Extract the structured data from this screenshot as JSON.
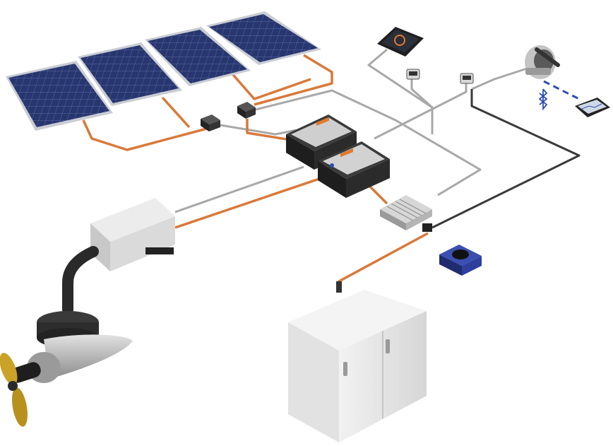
{
  "diagram": {
    "description_visible_text": "",
    "components": [
      {
        "id": "solar-panels",
        "icon": "solar-panel-array-icon",
        "count": 4
      },
      {
        "id": "solar-junction-boxes",
        "icon": "junction-box-icon",
        "count": 2
      },
      {
        "id": "control-display",
        "icon": "display-panel-icon"
      },
      {
        "id": "network-connectors",
        "icon": "connector-icon",
        "count": 2
      },
      {
        "id": "throttle",
        "icon": "throttle-icon"
      },
      {
        "id": "bluetooth-link",
        "icon": "bluetooth-icon"
      },
      {
        "id": "tablet",
        "icon": "tablet-icon"
      },
      {
        "id": "motor-controllers",
        "icon": "controller-icon",
        "count": 2
      },
      {
        "id": "charger",
        "icon": "charger-heatsink-icon"
      },
      {
        "id": "shore-power-inlet",
        "icon": "shore-power-icon"
      },
      {
        "id": "battery-pack",
        "icon": "battery-cabinet-icon"
      },
      {
        "id": "motor-junction-box",
        "icon": "motor-box-icon"
      },
      {
        "id": "outboard-pod-motor",
        "icon": "pod-motor-icon"
      },
      {
        "id": "propeller",
        "icon": "propeller-icon"
      }
    ],
    "colors": {
      "power_cable": "#d9793a",
      "power_cable_light": "#f0a46b",
      "data_cable": "#9a9a9a",
      "data_cable_dark": "#3a3a3a",
      "panel_cell": "#27366e",
      "panel_frame": "#c9ccd3",
      "controller_body": "#2b2b2b",
      "controller_accent": "#e07a2b",
      "cabinet": "#e8e8e8",
      "inlet_blue": "#2e3f9e",
      "propeller": "#c9a227",
      "bluetooth": "#2e4fb5"
    }
  }
}
